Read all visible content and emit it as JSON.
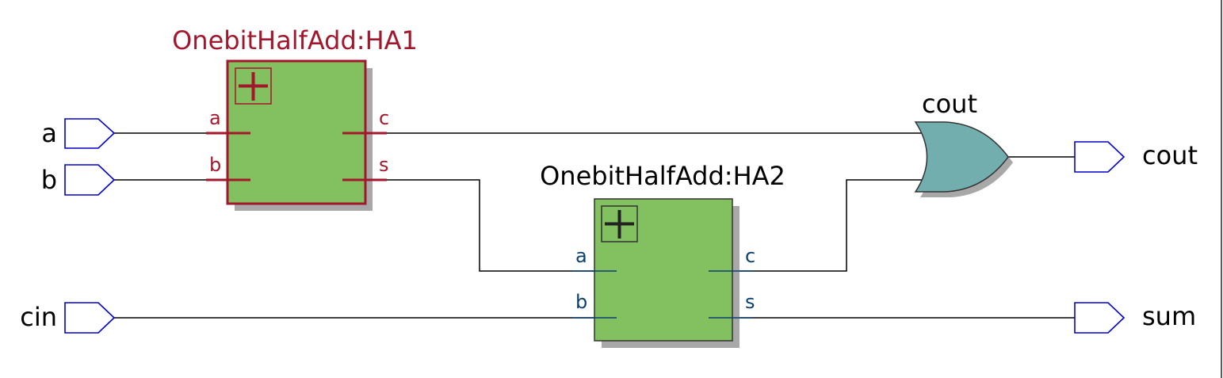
{
  "diagram": {
    "inputs": {
      "a": "a",
      "b": "b",
      "cin": "cin"
    },
    "outputs": {
      "cout": "cout",
      "sum": "sum"
    },
    "ha1": {
      "title": "OnebitHalfAdd:HA1",
      "in_a": "a",
      "in_b": "b",
      "out_c": "c",
      "out_s": "s"
    },
    "ha2": {
      "title": "OnebitHalfAdd:HA2",
      "in_a": "a",
      "in_b": "b",
      "out_c": "c",
      "out_s": "s"
    },
    "or_gate": {
      "label": "cout"
    }
  },
  "colors": {
    "block_fill": "#83c060",
    "ha1_accent": "#a3172d",
    "ha2_accent": "#0a3f6e",
    "or_fill": "#72aeae",
    "io_stroke": "#0000cc",
    "shadow": "#a8a8a8"
  },
  "icons": {
    "expand": "plus-expand-icon"
  }
}
